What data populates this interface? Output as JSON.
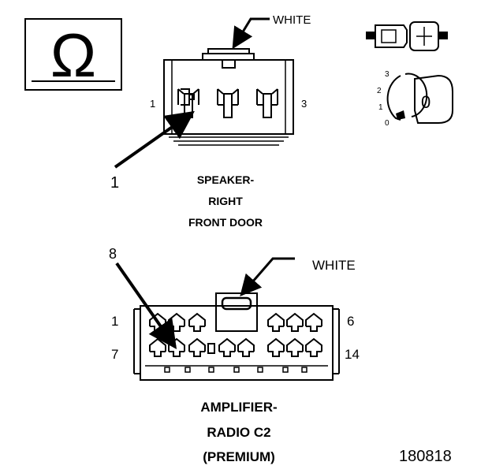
{
  "ohm_symbol": "Ω",
  "speaker_connector": {
    "color_label": "WHITE",
    "pin_left": "1",
    "pin_right": "3",
    "callout": "1",
    "name_lines": [
      "SPEAKER-",
      "RIGHT",
      "FRONT DOOR"
    ]
  },
  "key_inset": {
    "positions": [
      "3",
      "2",
      "1",
      "0"
    ],
    "key_label": "0"
  },
  "amplifier_connector": {
    "color_label": "WHITE",
    "callout": "8",
    "pin_top_left": "1",
    "pin_top_right": "6",
    "pin_bottom_left": "7",
    "pin_bottom_right": "14",
    "name_lines": [
      "AMPLIFIER-",
      "RADIO C2",
      "(PREMIUM)"
    ]
  },
  "figure_number": "180818",
  "colors": {
    "ink": "#000000",
    "paper": "#ffffff"
  }
}
